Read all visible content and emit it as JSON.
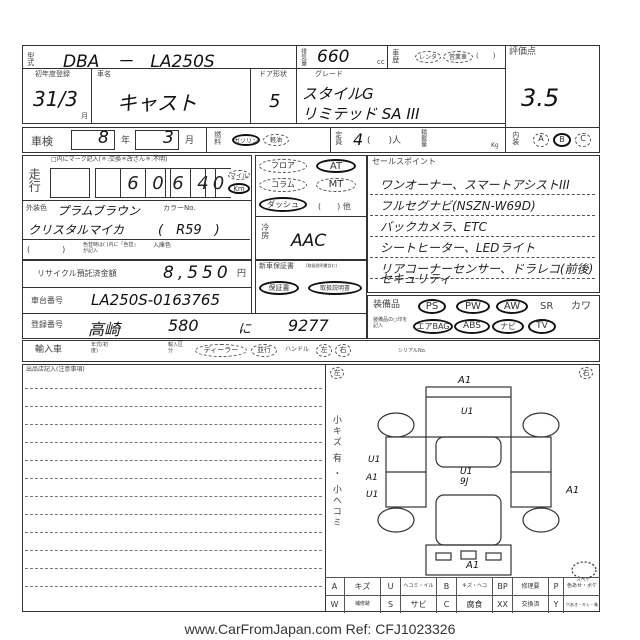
{
  "model_code": {
    "label": "型式",
    "value": "DBA　－　LA250S"
  },
  "displacement": {
    "label": "排気量",
    "value": "660",
    "unit": "cc"
  },
  "history": {
    "label": "車歴",
    "options": [
      "レンタ",
      "営業車",
      "(　　)"
    ]
  },
  "score": {
    "label": "評価点",
    "value": "3.5"
  },
  "first_reg": {
    "label": "初年度登録",
    "value": "31/3",
    "unit": "月"
  },
  "car_name": {
    "label": "車名",
    "value": "キャスト"
  },
  "doors": {
    "label": "ドア形状",
    "value": "5"
  },
  "grade": {
    "label": "グレード",
    "line1": "スタイルG",
    "line2": "リミテッド SA III"
  },
  "inspection": {
    "label": "車検",
    "year": "8",
    "year_unit": "年",
    "month": "3",
    "month_unit": "月"
  },
  "fuel": {
    "label": "燃料",
    "options": [
      "ガソリン",
      "軽油"
    ],
    "selected": "ガソリン"
  },
  "capacity": {
    "label": "定員",
    "value": "4",
    "suffix": "(　　)人"
  },
  "load": {
    "label": "積載量",
    "unit": "Kg"
  },
  "interior": {
    "label": "内装",
    "options": [
      "A",
      "B",
      "C"
    ],
    "selected": "B"
  },
  "mileage": {
    "label": "走行",
    "note": "□内にマーク記入(＊:交換＊改ざん＊:不明)",
    "digits": [
      "6",
      "0",
      "6",
      "4",
      "0"
    ],
    "units": [
      "マイル",
      "Km"
    ],
    "selected_unit": "Km"
  },
  "shift": {
    "positions": [
      "フロア",
      "コラム",
      "ダッシュ"
    ],
    "selected_position": "ダッシュ",
    "types": [
      "AT",
      "MT"
    ],
    "selected_type": "AT",
    "other": "(　　) 他"
  },
  "sales_points": {
    "label": "セールスポイント",
    "items": [
      "ワンオーナー、スマートアシストIII",
      "フルセグナビ(NSZN-W69D)",
      "バックカメラ、ETC",
      "シートヒーター、LEDライト",
      "リアコーナーセンサー、ドラレコ(前後)",
      "セキュリティ"
    ]
  },
  "color": {
    "label": "外装色",
    "line1": "プラムブラウン",
    "line2": "クリスタルマイカ",
    "no_label": "カラーNo.",
    "no": "(　R59　)",
    "note": "色替時は( )内に「色替」が記入",
    "paren": "(　　　　)",
    "inner_label": "入庫色"
  },
  "ac": {
    "label": "冷房",
    "value": "AAC"
  },
  "recycle": {
    "label": "リサイクル預託済金額",
    "value": "8,550",
    "unit": "円"
  },
  "warranty": {
    "label": "新車保証書",
    "note": "(取扱説明書含む)",
    "items": [
      "保証書",
      "取扱説明書"
    ]
  },
  "chassis": {
    "label": "車台番号",
    "value": "LA250S-0163765"
  },
  "registration": {
    "label": "登録番号",
    "area": "高崎",
    "class": "580",
    "kana": "に",
    "number": "9277"
  },
  "equipment": {
    "label": "装備品",
    "note": "装備品の○印を記入",
    "row1": [
      "PS",
      "PW",
      "AW",
      "SR",
      "カワ"
    ],
    "row2": [
      "エアBAG",
      "ABS",
      "ナビ",
      "TV",
      ""
    ],
    "circled": [
      "PS",
      "PW",
      "AW",
      "エアBAG",
      "ABS",
      "ナビ",
      "TV"
    ]
  },
  "import": {
    "label": "輸入車",
    "year_label": "年式(初度)",
    "type_label": "輸入区分",
    "options": [
      "ディーラー",
      "並行"
    ],
    "handle_label": "ハンドル",
    "handle": [
      "左",
      "右"
    ],
    "serial_label": "シリアルNo."
  },
  "notes": {
    "label": "出品店記入(注意事項)"
  },
  "diagram": {
    "left": "左",
    "right": "右",
    "side_text": "小キズ 有 ・ 小ヘコミ",
    "marks": [
      "A1",
      "U1",
      "U1",
      "A1",
      "U1",
      "U1 9J",
      "A1",
      "A1"
    ],
    "spare": "スペア"
  },
  "legend": [
    [
      "A",
      "キズ"
    ],
    [
      "U",
      "ヘコミ・イル"
    ],
    [
      "B",
      "キズ・ヘコ"
    ],
    [
      "BP",
      "修理要"
    ],
    [
      "P",
      "色あせ・ボケ"
    ],
    [
      "W",
      "補修跡"
    ],
    [
      "S",
      "サビ"
    ],
    [
      "C",
      "腐食"
    ],
    [
      "XX",
      "交換済"
    ],
    [
      "Y",
      "穴あき・キレ・亀"
    ]
  ],
  "footer": "www.CarFromJapan.com Ref: CFJ1023326"
}
